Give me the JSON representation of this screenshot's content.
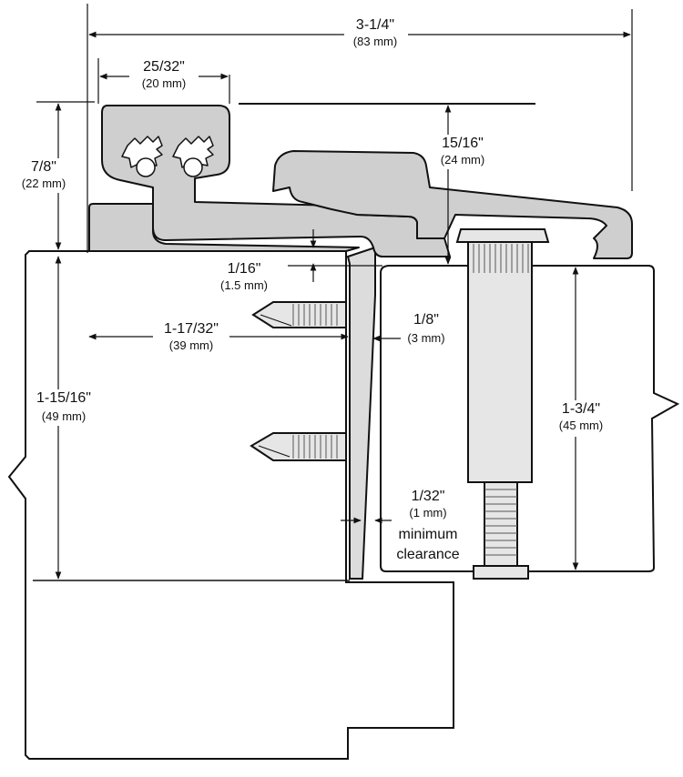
{
  "dimensions": {
    "overall_width": {
      "value": "3-1/4\"",
      "metric": "(83 mm)"
    },
    "rail_width": {
      "value": "25/32\"",
      "metric": "(20 mm)"
    },
    "rail_height": {
      "value": "7/8\"",
      "metric": "(22 mm)"
    },
    "lip_height": {
      "value": "15/16\"",
      "metric": "(24 mm)"
    },
    "gap_top": {
      "value": "1/16\"",
      "metric": "(1.5 mm)"
    },
    "frame_inset": {
      "value": "1-17/32\"",
      "metric": "(39 mm)"
    },
    "frame_thickness": {
      "value": "1/8\"",
      "metric": "(3 mm)"
    },
    "frame_depth": {
      "value": "1-15/16\"",
      "metric": "(49 mm)"
    },
    "door_thickness": {
      "value": "1-3/4\"",
      "metric": "(45 mm)"
    },
    "min_clearance": {
      "value": "1/32\"",
      "metric": "(1 mm)",
      "note_line1": "minimum",
      "note_line2": "clearance"
    }
  },
  "colors": {
    "stroke": "#111111",
    "hinge_fill": "#cfcfcf",
    "frame_fill": "#dcdcdc",
    "screw_fill": "#e6e6e6"
  }
}
